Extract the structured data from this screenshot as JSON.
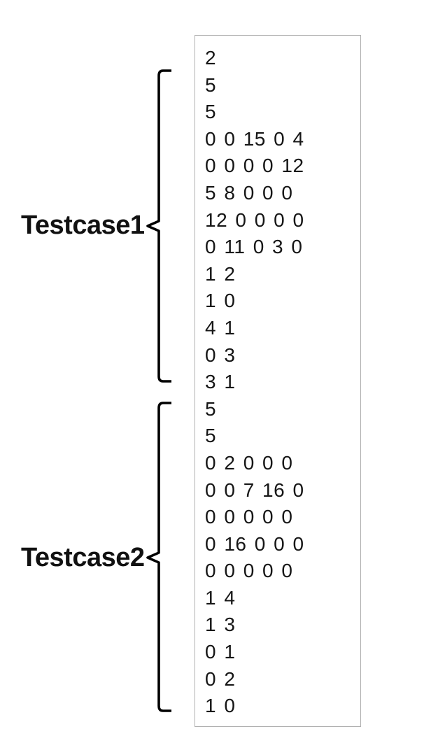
{
  "figure": {
    "input_box": {
      "lines": [
        "2",
        "5",
        "5",
        "0 0 15 0 4",
        "0 0 0 0 12",
        "5 8 0 0 0",
        "12 0 0 0 0",
        "0 11 0 3 0",
        "1 2",
        "1 0",
        "4 1",
        "0 3",
        "3 1",
        "5",
        "5",
        "0 2 0 0 0",
        "0 0 7 16 0",
        "0 0 0 0 0",
        "0 16 0 0 0",
        "0 0 0 0 0",
        "1 4",
        "1 3",
        "0 1",
        "0 2",
        "1 0"
      ]
    },
    "annotations": [
      {
        "label": "Testcase1",
        "covers_lines": "2-13"
      },
      {
        "label": "Testcase2",
        "covers_lines": "14-25"
      }
    ],
    "colors": {
      "background": "#ffffff",
      "text": "#161616",
      "box_border": "#b0b0b0",
      "bracket": "#000000"
    }
  }
}
